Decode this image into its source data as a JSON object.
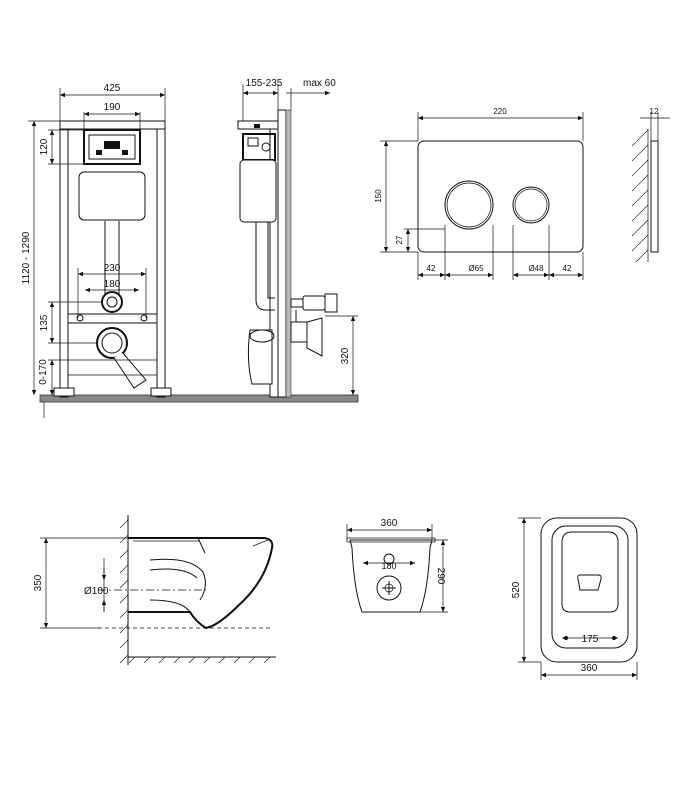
{
  "frame_front": {
    "width_425": "425",
    "width_190": "190",
    "height_120": "120",
    "height_range": "1120 - 1290",
    "dist_230": "230",
    "dist_180": "180",
    "height_135": "135",
    "floor_range": "0-170"
  },
  "frame_side": {
    "depth_range": "155-235",
    "max_depth": "max 60",
    "height_320": "320"
  },
  "flush_plate": {
    "width_220": "220",
    "height_150": "150",
    "offset_27": "27",
    "margin_left_42": "42",
    "button_large_dia": "Ø65",
    "button_small_dia": "Ø48",
    "margin_right_42": "42",
    "thickness_12": "12"
  },
  "toilet_side": {
    "height_350": "350",
    "pipe_dia": "Ø100"
  },
  "toilet_back": {
    "width_360": "360",
    "spacing_180": "180",
    "height_290": "290"
  },
  "toilet_top": {
    "length_520": "520",
    "spacing_175": "175",
    "width_360": "360"
  }
}
